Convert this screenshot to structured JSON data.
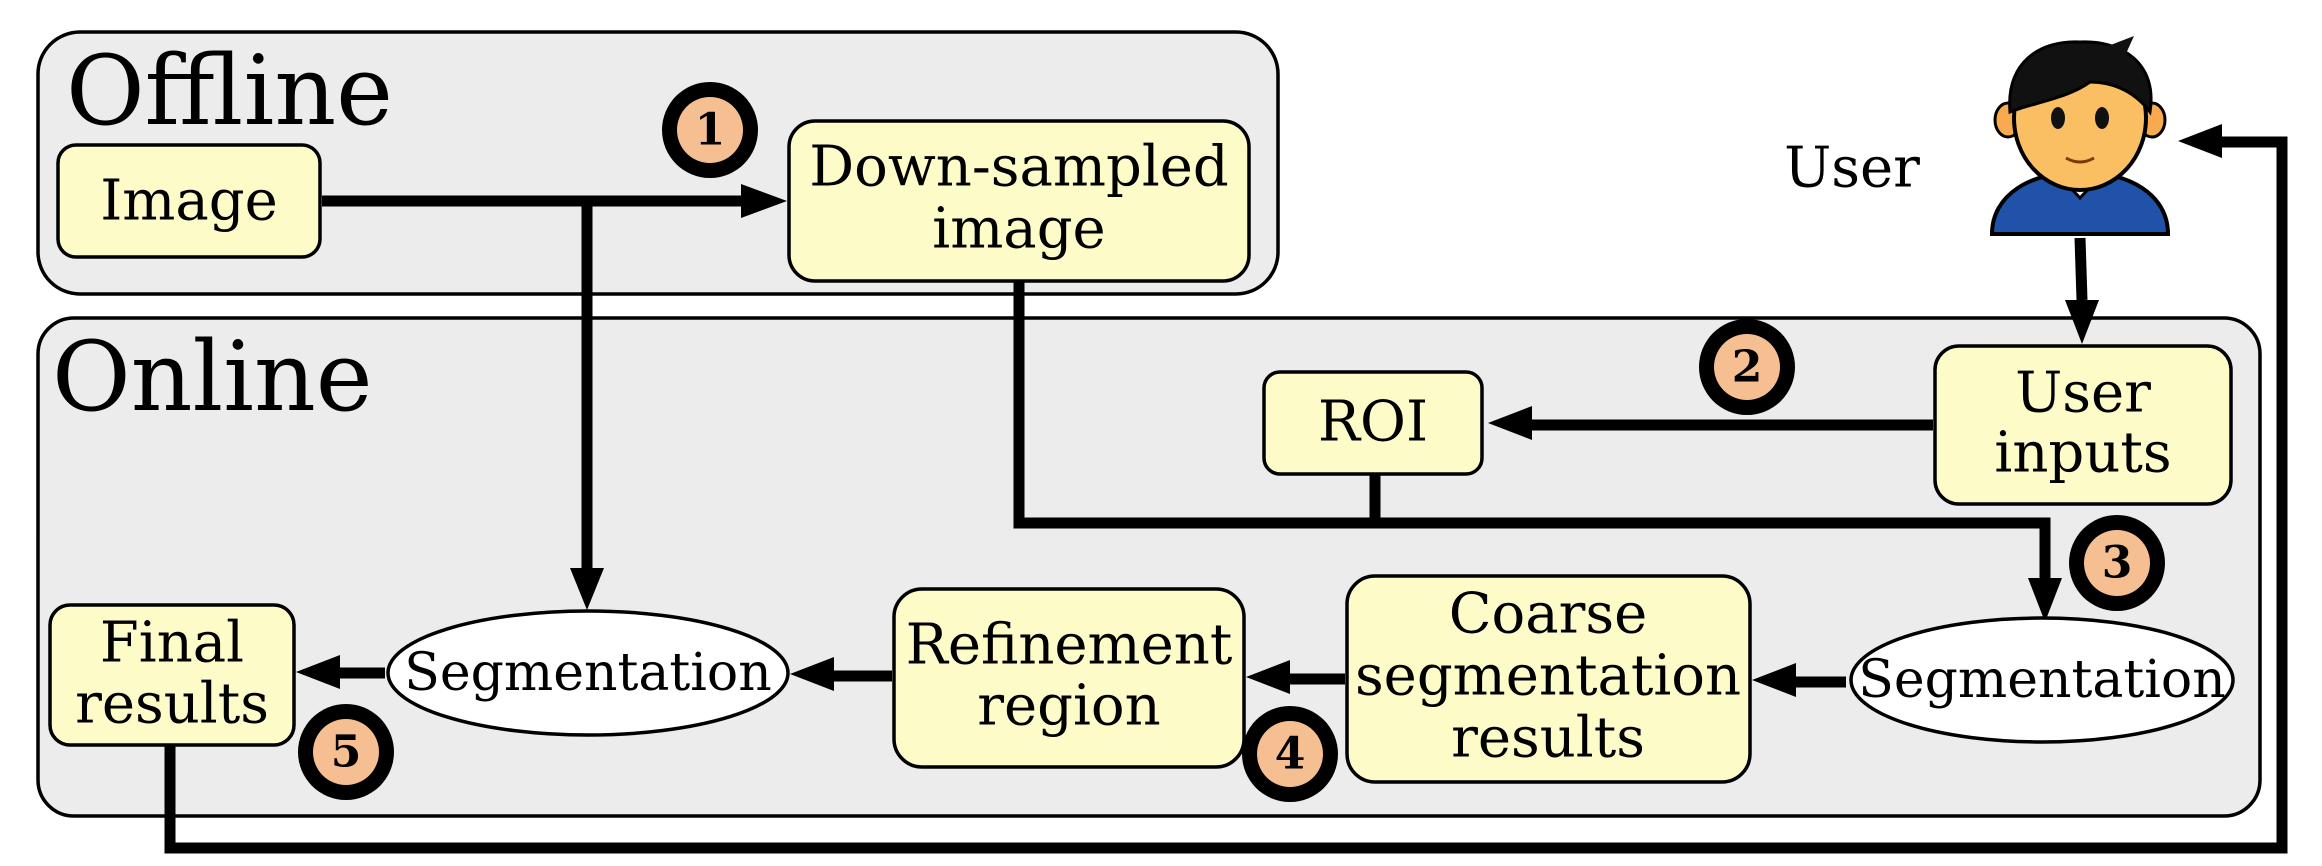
{
  "panels": {
    "offline": "Offline",
    "online": "Online"
  },
  "nodes": {
    "image": "Image",
    "downsampled": [
      "Down-sampled",
      "image"
    ],
    "roi": "ROI",
    "user_label": "User",
    "user_inputs": [
      "User",
      "inputs"
    ],
    "segmentation_right": "Segmentation",
    "coarse": [
      "Coarse",
      "segmentation",
      "results"
    ],
    "refinement": [
      "Refinement",
      "region"
    ],
    "segmentation_left": "Segmentation",
    "final": [
      "Final",
      "results"
    ]
  },
  "steps": [
    "1",
    "2",
    "3",
    "4",
    "5"
  ],
  "icons": {
    "user": "user-avatar-icon"
  },
  "colors": {
    "panel": "#ececec",
    "node": "#fdfbc8",
    "badge": "#f6bf92",
    "ink": "#000000"
  }
}
